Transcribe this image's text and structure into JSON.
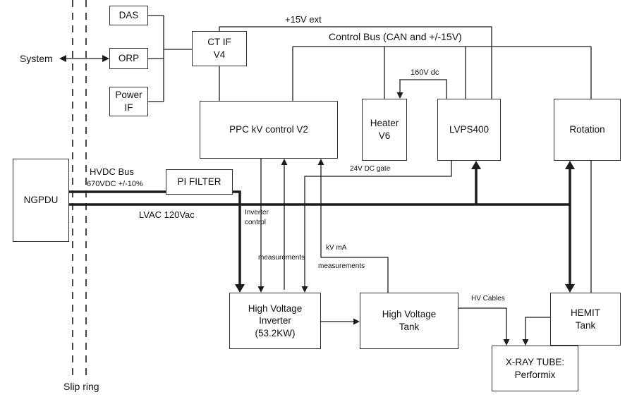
{
  "boxes": {
    "das": {
      "lines": [
        "DAS"
      ]
    },
    "orp": {
      "lines": [
        "ORP"
      ]
    },
    "power_if": {
      "lines": [
        "Power",
        "IF"
      ]
    },
    "ct_if": {
      "lines": [
        "CT IF",
        "V4"
      ]
    },
    "ppc_kv_control": {
      "lines": [
        "PPC kV control V2"
      ]
    },
    "heater": {
      "lines": [
        "Heater",
        "V6"
      ]
    },
    "lvps400": {
      "lines": [
        "LVPS400"
      ]
    },
    "rotation": {
      "lines": [
        "Rotation"
      ]
    },
    "ngpdu": {
      "lines": [
        "NGPDU"
      ]
    },
    "pi_filter": {
      "lines": [
        "PI FILTER"
      ]
    },
    "hv_inverter": {
      "lines": [
        "High Voltage",
        "Inverter",
        "(53.2KW)"
      ]
    },
    "hv_tank": {
      "lines": [
        "High Voltage",
        "Tank"
      ]
    },
    "hemit_tank": {
      "lines": [
        "HEMIT",
        "Tank"
      ]
    },
    "xray_tube": {
      "lines": [
        "X-RAY TUBE:",
        "Performix"
      ]
    }
  },
  "labels": {
    "system": "System",
    "ext_15v": "+15V ext",
    "control_bus": "Control Bus (CAN and +/-15V)",
    "dc_160v": "160V dc",
    "hvdc_bus": "HVDC Bus",
    "hvdc_rating": "670VDC +/-10%",
    "lvac": "LVAC 120Vac",
    "gate_24v": "24V DC gate",
    "inverter_control": [
      "Inverter",
      "control"
    ],
    "inverter_measurements": "measurements",
    "kv_ma": "kV mA",
    "tank_measurements": "measurements",
    "hv_cables": "HV Cables",
    "slip_ring": "Slip ring"
  },
  "colors": {
    "background": "#ffffff",
    "line": "#1c1c1c",
    "box_border": "#333333",
    "text": "#111111"
  }
}
